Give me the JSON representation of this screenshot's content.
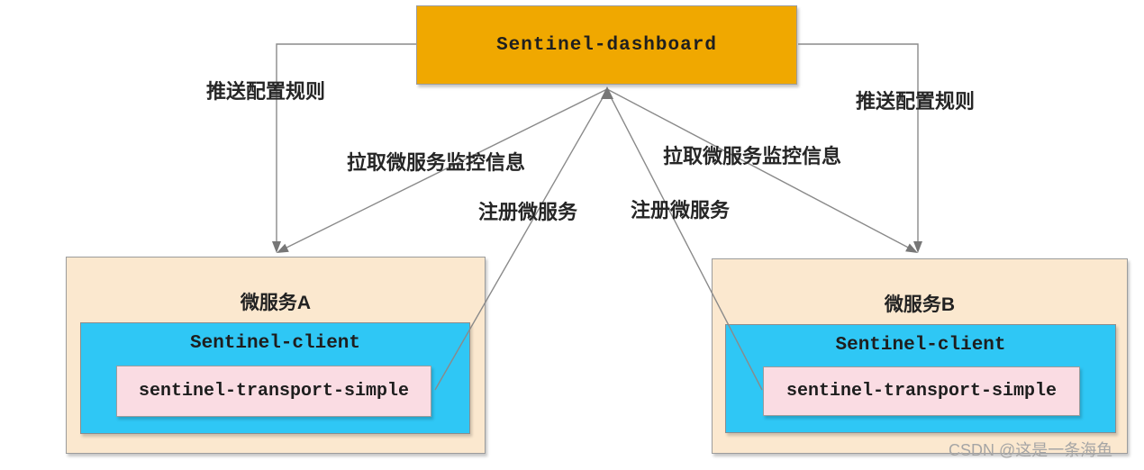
{
  "dashboard": {
    "label": "Sentinel-dashboard"
  },
  "edges": {
    "push": "推送配置规则",
    "pull": "拉取微服务监控信息",
    "register": "注册微服务"
  },
  "services": [
    {
      "title": "微服务A",
      "client": "Sentinel-client",
      "transport": "sentinel-transport-simple"
    },
    {
      "title": "微服务B",
      "client": "Sentinel-client",
      "transport": "sentinel-transport-simple"
    }
  ],
  "watermark": "CSDN @这是一条海鱼",
  "colors": {
    "dashboard_fill": "#F0A800",
    "service_fill": "#FBE8CF",
    "client_fill": "#2FC7F5",
    "transport_fill": "#FADCE3",
    "connector": "#8A8A8A",
    "border": "#9C9C9C",
    "text": "#262626",
    "watermark": "#A5A5A5"
  }
}
